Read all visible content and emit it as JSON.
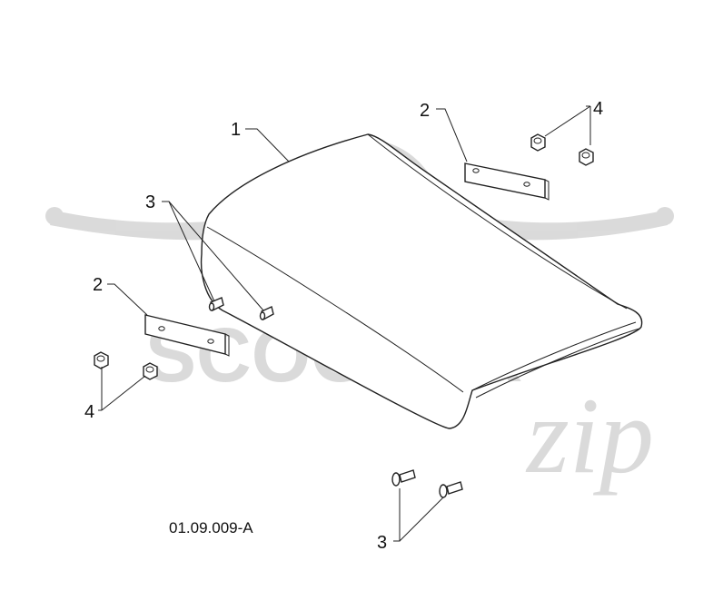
{
  "drawing_code": "01.09.009-A",
  "callouts": {
    "seat": "1",
    "plate_right": "2",
    "plate_left": "2",
    "pins": "3",
    "nuts_right": "4",
    "nuts_left": "4",
    "bolts": "3"
  },
  "watermark": {
    "brand_text": "SCOOTER",
    "brand_script": "zip",
    "color": "#d9d9d9"
  }
}
